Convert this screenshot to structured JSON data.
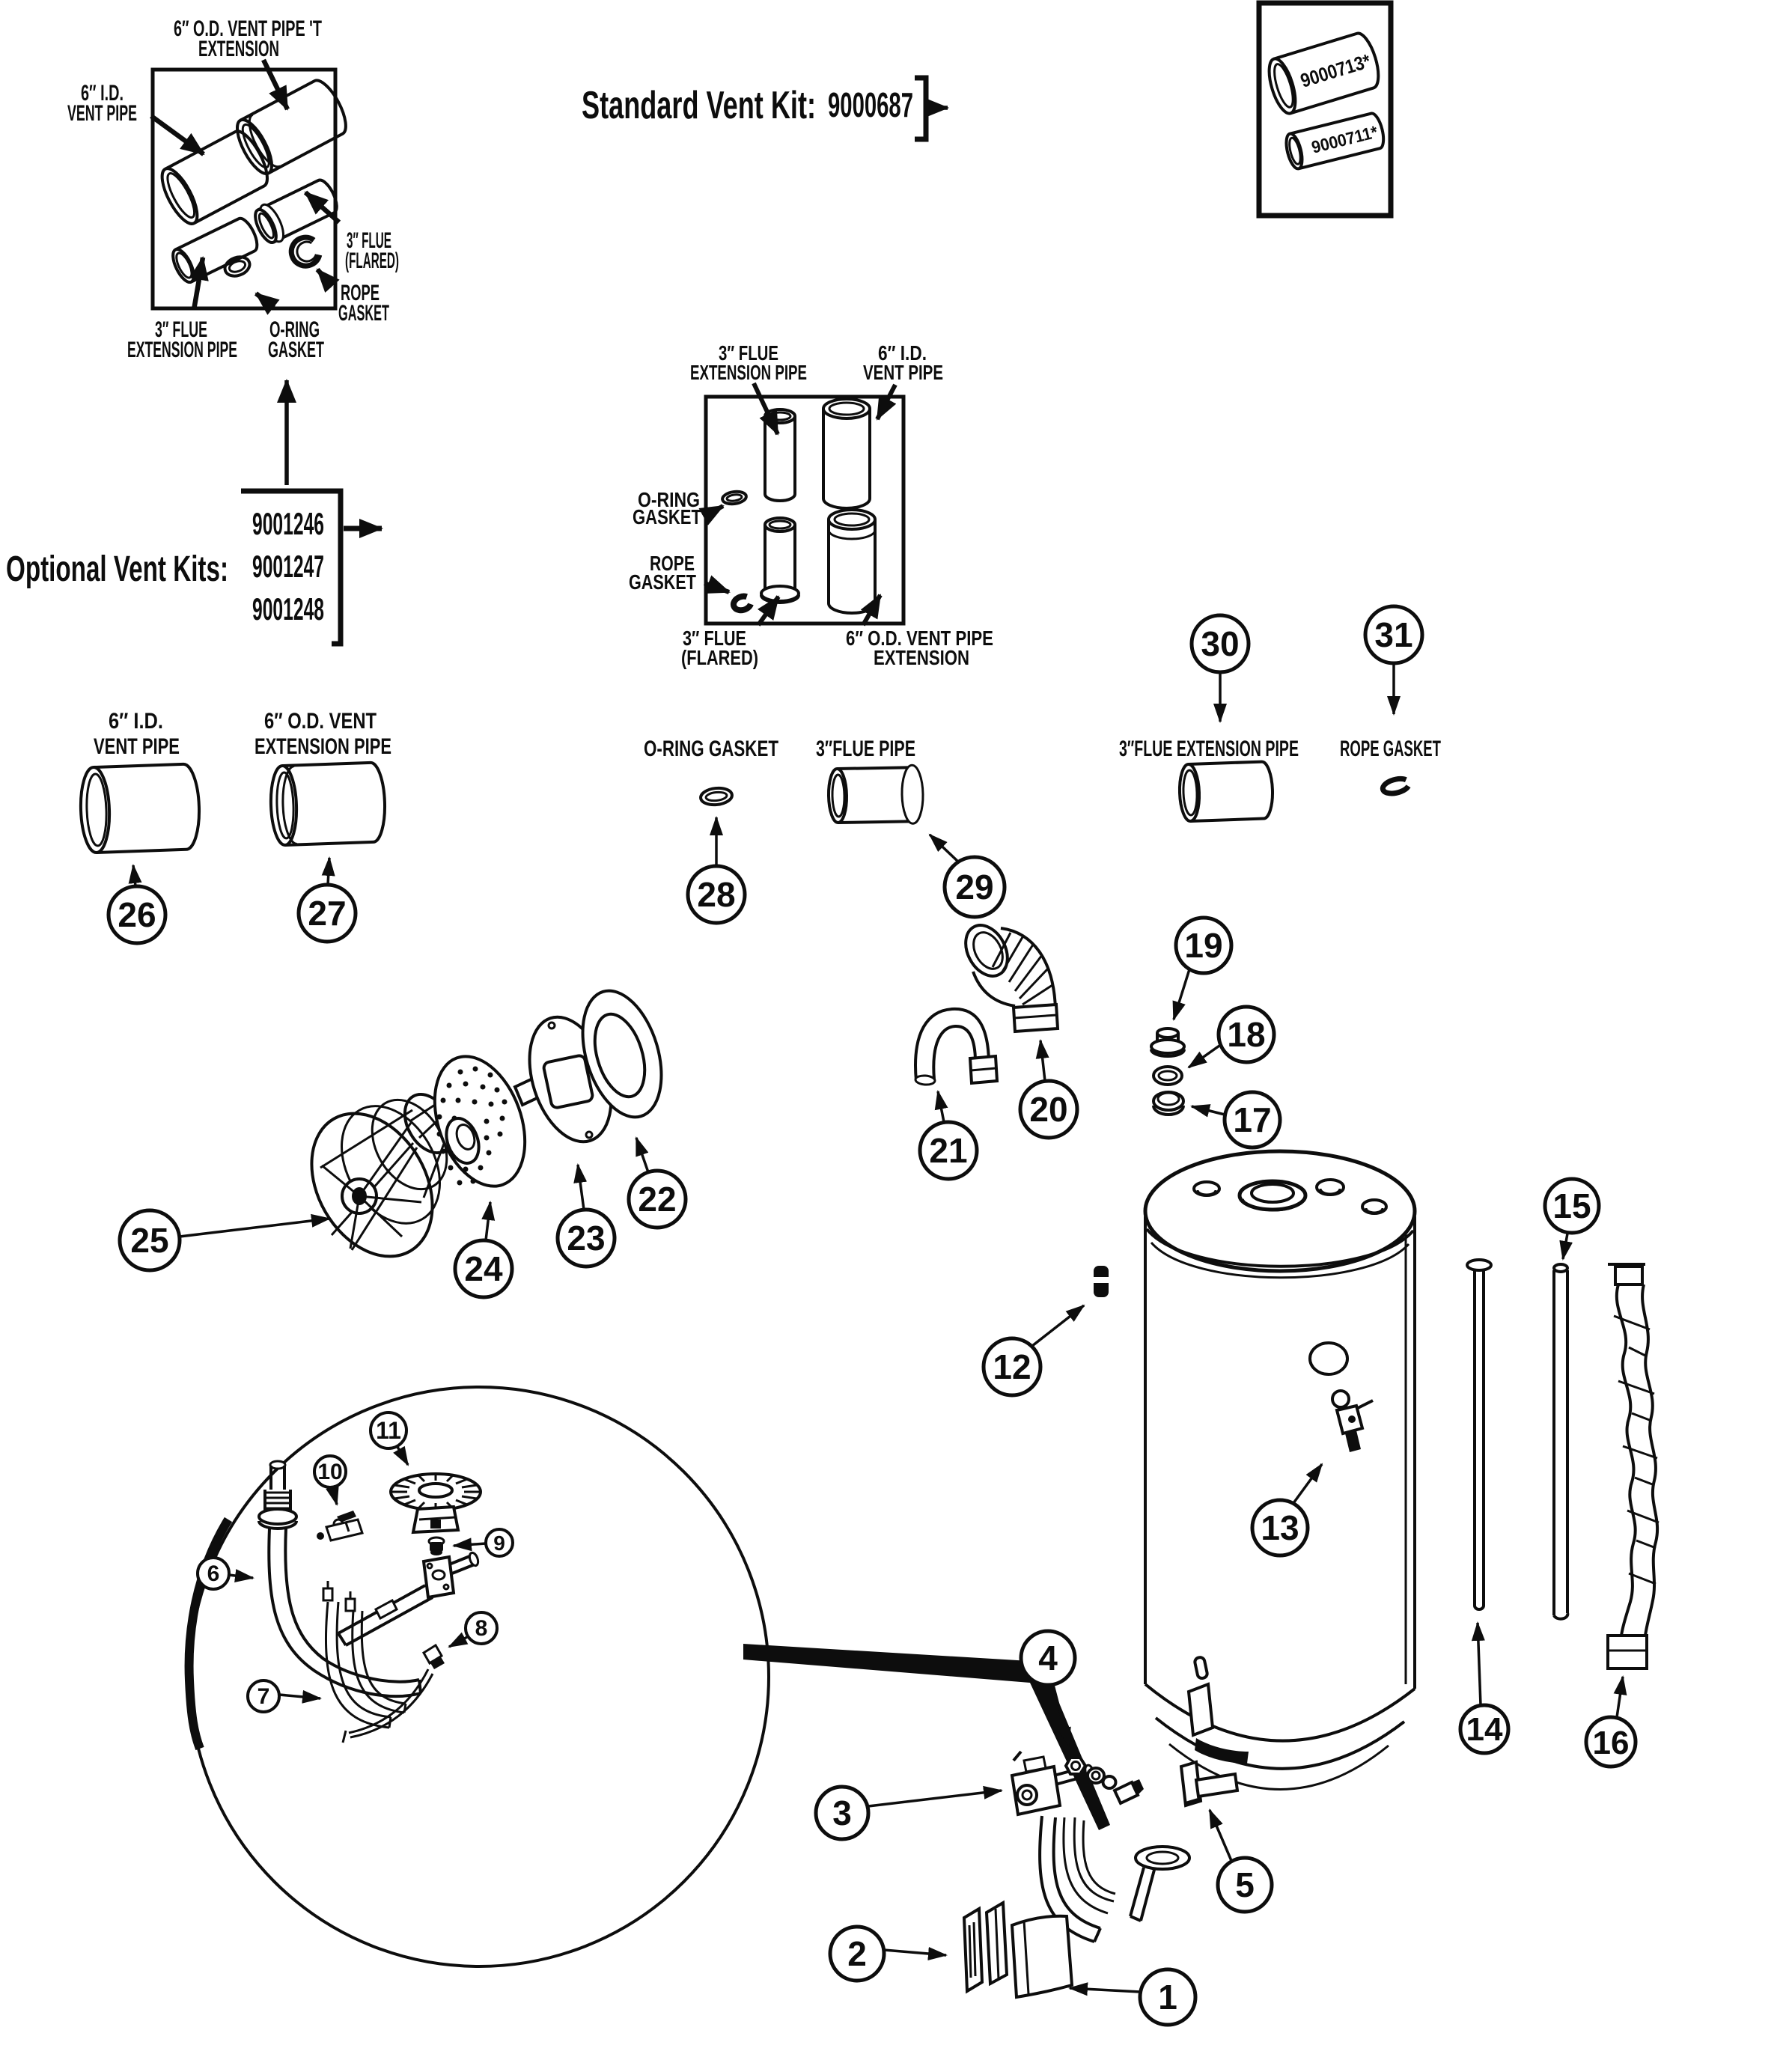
{
  "page": {
    "background": "#ffffff",
    "ink": "#0d0d0d"
  },
  "standard_kit": {
    "title": "Standard Vent Kit:",
    "number": "9000687",
    "pipe_top_label": "9000713*",
    "pipe_bottom_label": "9000711*"
  },
  "optional_kits": {
    "title": "Optional Vent Kits:",
    "kit_numbers": [
      "9001246",
      "9001247",
      "9001248"
    ]
  },
  "vent_kit_box": {
    "od_ext_1": "6″ O.D. VENT PIPE  'T",
    "od_ext_2": "EXTENSION",
    "id_vent_1": "6″ I.D.",
    "id_vent_2": "VENT PIPE",
    "flue_flared_1": "3″ FLUE",
    "flue_flared_2": "(FLARED)",
    "rope_1": "ROPE",
    "rope_2": "GASKET",
    "flue_ext_1": "3″ FLUE",
    "flue_ext_2": "EXTENSION PIPE",
    "oring_1": "O-RING",
    "oring_2": "GASKET"
  },
  "optional_kit_box": {
    "flue_ext_1": "3″ FLUE",
    "flue_ext_2": "EXTENSION PIPE",
    "id_vent_1": "6″ I.D.",
    "id_vent_2": "VENT PIPE",
    "oring_1": "O-RING",
    "oring_2": "GASKET",
    "rope_1": "ROPE",
    "rope_2": "GASKET",
    "flue_flared_1": "3″ FLUE",
    "flue_flared_2": "(FLARED)",
    "od_ext_1": "6″ O.D. VENT PIPE",
    "od_ext_2": "EXTENSION"
  },
  "parts_row": {
    "p26_label_1": "6″ I.D.",
    "p26_label_2": "VENT PIPE",
    "p27_label_1": "6″ O.D. VENT",
    "p27_label_2": "EXTENSION PIPE",
    "p28_label": "O-RING GASKET",
    "p29_label": "3″FLUE PIPE",
    "p30_label": "3″FLUE EXTENSION PIPE",
    "p31_label": "ROPE GASKET"
  },
  "callouts": {
    "n1": "1",
    "n2": "2",
    "n3": "3",
    "n4": "4",
    "n5": "5",
    "n6": "6",
    "n7": "7",
    "n8": "8",
    "n9": "9",
    "n10": "10",
    "n11": "11",
    "n12": "12",
    "n13": "13",
    "n14": "14",
    "n15": "15",
    "n16": "16",
    "n17": "17",
    "n18": "18",
    "n19": "19",
    "n20": "20",
    "n21": "21",
    "n22": "22",
    "n23": "23",
    "n24": "24",
    "n25": "25",
    "n26": "26",
    "n27": "27",
    "n28": "28",
    "n29": "29",
    "n30": "30",
    "n31": "31"
  }
}
